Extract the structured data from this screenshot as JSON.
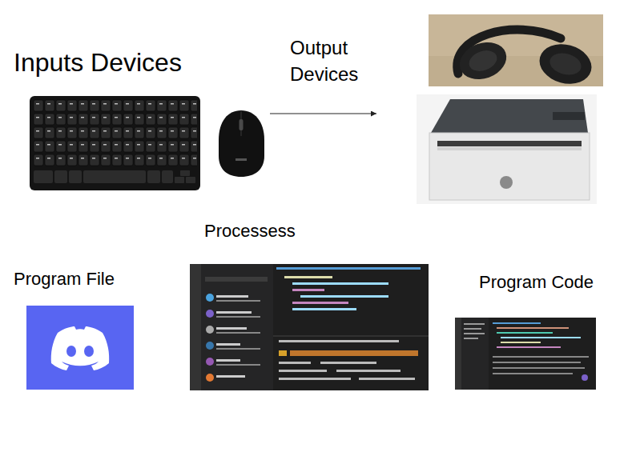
{
  "diagram": {
    "nodes": [
      {
        "text": [
          "Inputs Devices"
        ]
      },
      {
        "text": [
          "Output Devices"
        ]
      },
      {
        "text": [
          "Processess"
        ]
      },
      {
        "text": [
          "Program File"
        ]
      },
      {
        "text": [
          "Program Code"
        ]
      }
    ],
    "edges": [
      {
        "from": 0,
        "to": 1,
        "arrow": "to"
      }
    ]
  }
}
